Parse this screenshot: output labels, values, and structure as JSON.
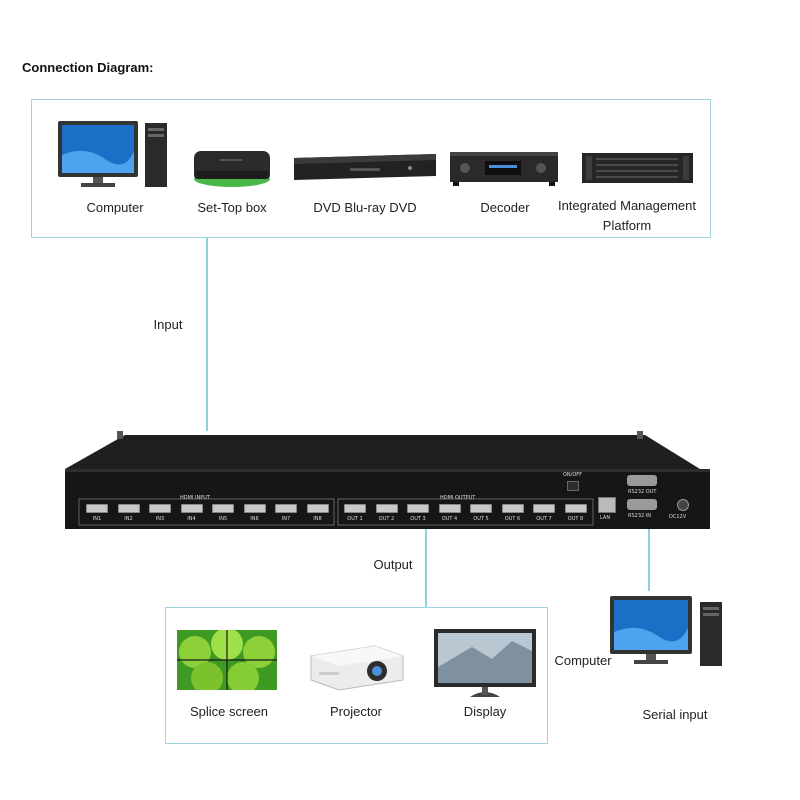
{
  "title": "Connection Diagram:",
  "input_devices": [
    {
      "label": "Computer",
      "icon": "computer-icon"
    },
    {
      "label": "Set-Top box",
      "icon": "set-top-box-icon"
    },
    {
      "label": "DVD Blu-ray DVD",
      "icon": "dvd-player-icon"
    },
    {
      "label": "Decoder",
      "icon": "decoder-icon"
    },
    {
      "label": "Integrated Management Platform",
      "icon": "management-platform-icon"
    }
  ],
  "output_devices": [
    {
      "label": "Splice screen",
      "icon": "splice-screen-icon"
    },
    {
      "label": "Projector",
      "icon": "projector-icon"
    },
    {
      "label": "Display",
      "icon": "display-icon"
    }
  ],
  "connections": {
    "input_label": "Input",
    "output_label": "Output",
    "control_computer": "Computer",
    "serial_label": "Serial input"
  },
  "device": {
    "hdmi_input_label": "HDMI INPUT",
    "hdmi_output_label": "HDMI OUTPUT",
    "inputs": [
      "IN1",
      "IN2",
      "IN3",
      "IN4",
      "IN5",
      "IN6",
      "IN7",
      "IN8"
    ],
    "outputs": [
      "OUT 1",
      "OUT 2",
      "OUT 3",
      "OUT 4",
      "OUT 5",
      "OUT 6",
      "OUT 7",
      "OUT 8"
    ],
    "power_switch_label": "ON/OFF",
    "lan_label": "LAN",
    "rs232_out_label": "RS232 OUT",
    "rs232_in_label": "RS232 IN",
    "dc_label": "DC12V"
  },
  "colors": {
    "frame": "#9fd3e0",
    "device_body": "#1b1b1b",
    "accent_green": "#3a9a2e"
  }
}
